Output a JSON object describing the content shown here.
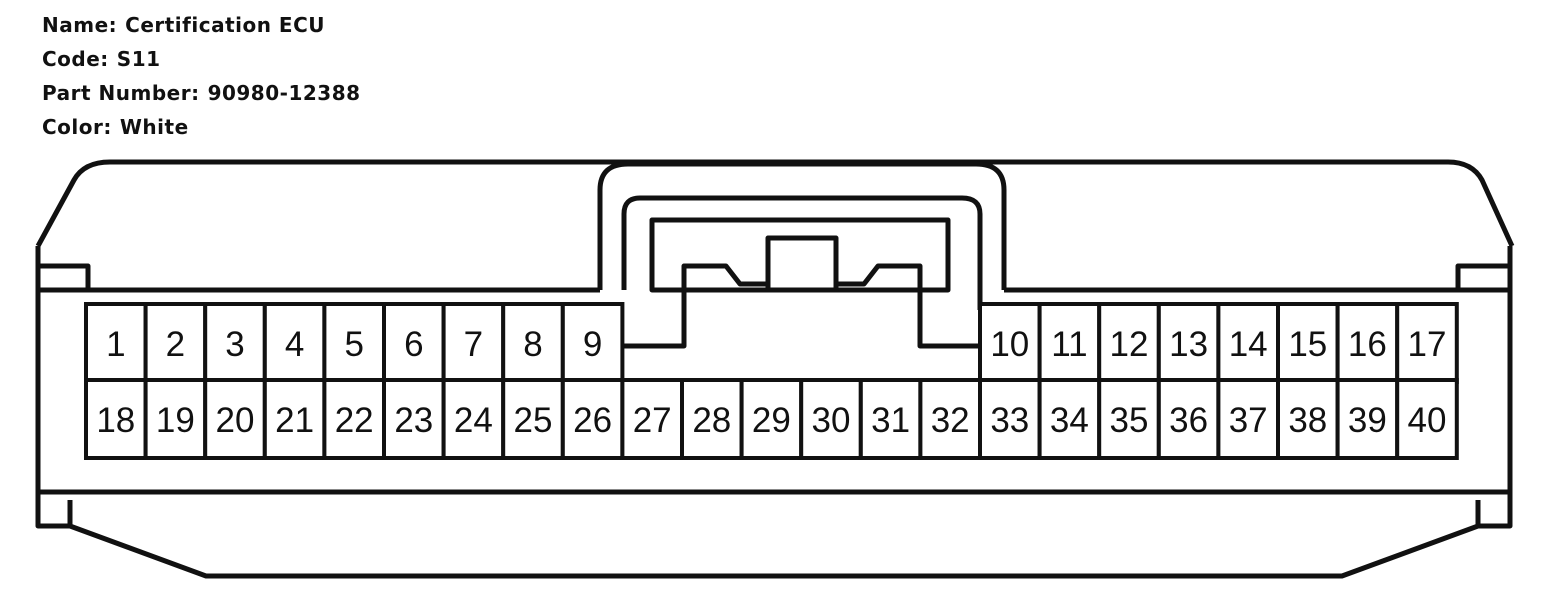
{
  "header": {
    "name_label": "Name:",
    "name_value": "Certification ECU",
    "code_label": "Code:",
    "code_value": "S11",
    "part_label": "Part Number:",
    "part_value": "90980-12388",
    "color_label": "Color:",
    "color_value": "White"
  },
  "connector": {
    "top_row": [
      "1",
      "2",
      "3",
      "4",
      "5",
      "6",
      "7",
      "8",
      "9",
      "10",
      "11",
      "12",
      "13",
      "14",
      "15",
      "16",
      "17"
    ],
    "bottom_row": [
      "18",
      "19",
      "20",
      "21",
      "22",
      "23",
      "24",
      "25",
      "26",
      "27",
      "28",
      "29",
      "30",
      "31",
      "32",
      "33",
      "34",
      "35",
      "36",
      "37",
      "38",
      "39",
      "40"
    ],
    "stroke_color": "#111111",
    "fill_color": "#ffffff"
  }
}
